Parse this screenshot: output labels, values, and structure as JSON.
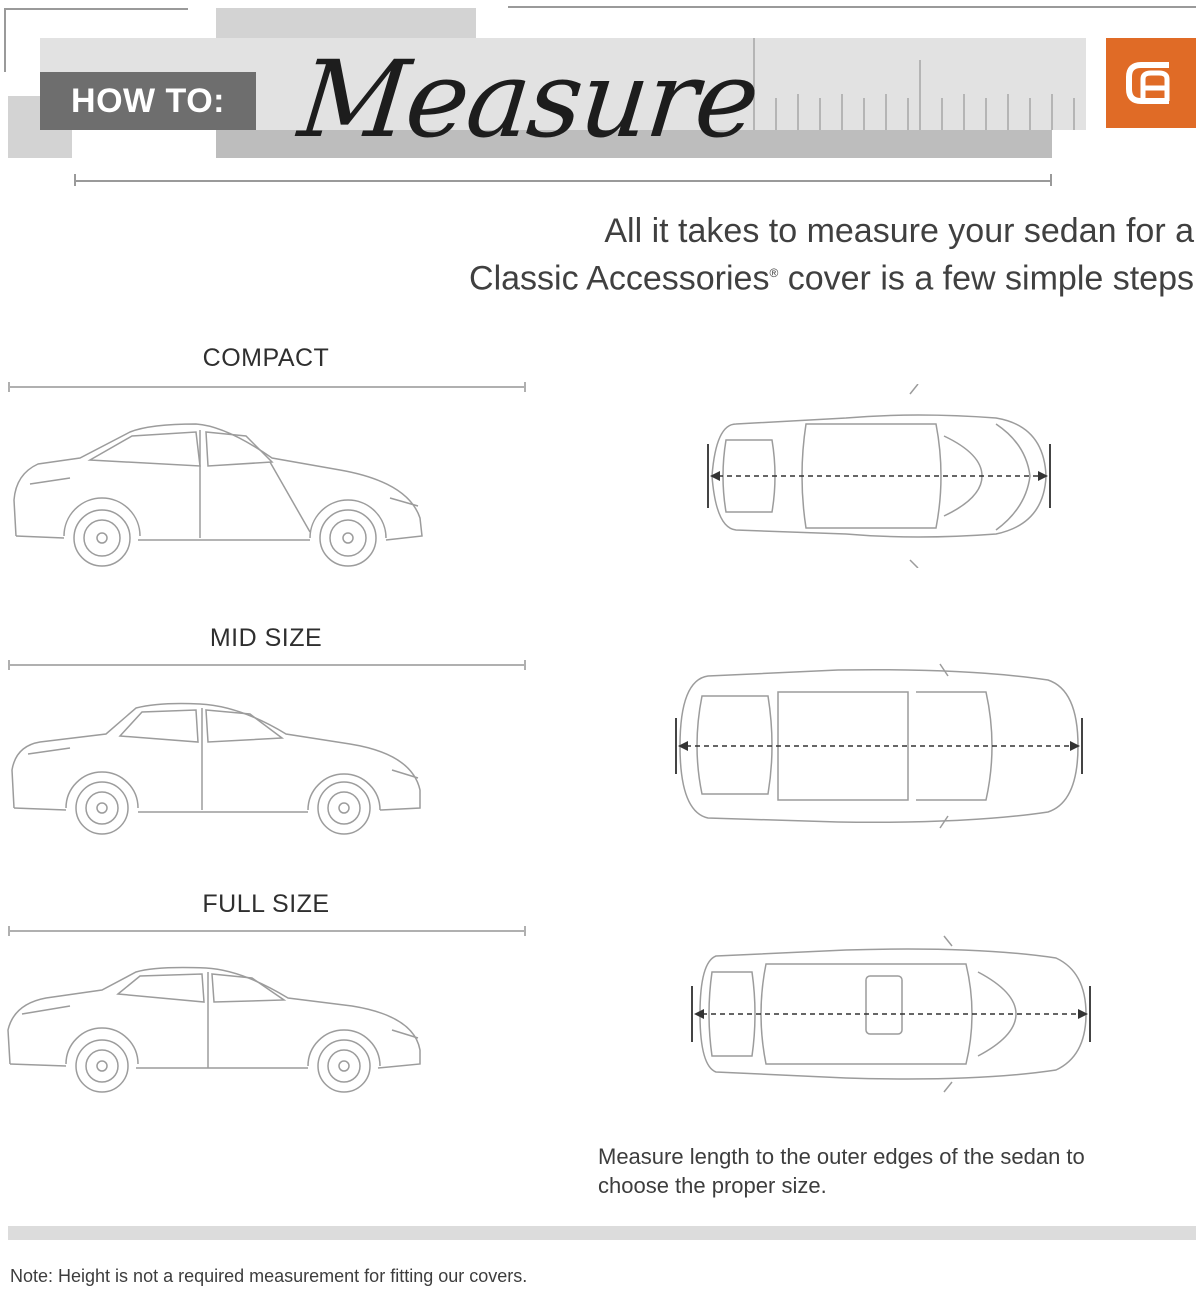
{
  "header": {
    "how_to": "HOW TO:",
    "title": "Measure",
    "logo_icon": "classic-accessories-logo-icon",
    "logo_color": "#e06b26"
  },
  "intro": {
    "line1": "All it takes to measure your sedan for a",
    "line2_before": "Classic Accessories",
    "line2_mark": "®",
    "line2_after": " cover is a few simple steps"
  },
  "sizes": [
    {
      "label": "COMPACT",
      "side_icon": "compact-sedan-side-icon",
      "top_icon": "compact-sedan-top-icon"
    },
    {
      "label": "MID SIZE",
      "side_icon": "midsize-sedan-side-icon",
      "top_icon": "midsize-sedan-top-icon"
    },
    {
      "label": "FULL SIZE",
      "side_icon": "fullsize-sedan-side-icon",
      "top_icon": "fullsize-sedan-top-icon"
    }
  ],
  "instruction": "Measure length to the outer edges of the sedan to choose the proper size.",
  "note": "Note: Height is not a required measurement for fitting our covers."
}
